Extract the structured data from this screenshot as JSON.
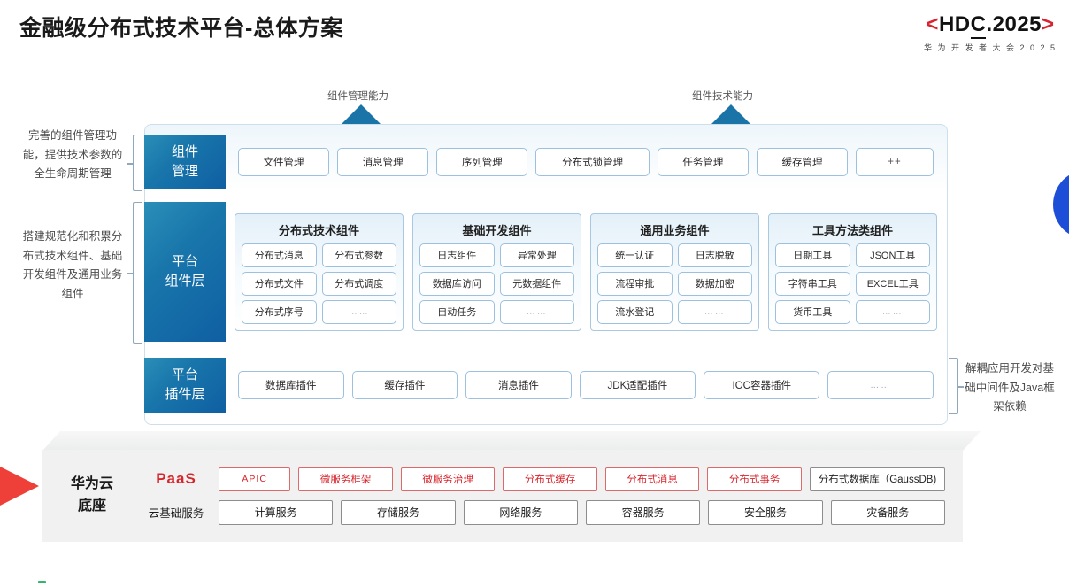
{
  "header": {
    "title": "金融级分布式技术平台-总体方案",
    "logo_main_prefix": "<",
    "logo_main_h": "H",
    "logo_main_d": "D",
    "logo_main_c": "C",
    "logo_main_rest": ".2025",
    "logo_main_suffix": ">",
    "logo_sub": "华 为 开 发 者 大 会 2 0 2 5"
  },
  "arrows": {
    "left_label": "组件管理能力",
    "right_label": "组件技术能力"
  },
  "notes": {
    "left_top": "完善的组件管理功能，提供技术参数的全生命周期管理",
    "left_mid": "搭建规范化和积累分布式技术组件、基础开发组件及通用业务组件",
    "right_bottom": "解耦应用开发对基础中间件及Java框架依赖"
  },
  "layers": {
    "component_management": {
      "label_line1": "组件",
      "label_line2": "管理",
      "chips": [
        "文件管理",
        "消息管理",
        "序列管理",
        "分布式锁管理",
        "任务管理",
        "缓存管理",
        "++"
      ]
    },
    "platform_component": {
      "label_line1": "平台",
      "label_line2": "组件层",
      "groups": [
        {
          "title": "分布式技术组件",
          "cells": [
            "分布式消息",
            "分布式参数",
            "分布式文件",
            "分布式调度",
            "分布式序号",
            "……"
          ]
        },
        {
          "title": "基础开发组件",
          "cells": [
            "日志组件",
            "异常处理",
            "数据库访问",
            "元数据组件",
            "自动任务",
            "……"
          ]
        },
        {
          "title": "通用业务组件",
          "cells": [
            "统一认证",
            "日志脱敏",
            "流程审批",
            "数据加密",
            "流水登记",
            "……"
          ]
        },
        {
          "title": "工具方法类组件",
          "cells": [
            "日期工具",
            "JSON工具",
            "字符串工具",
            "EXCEL工具",
            "货币工具",
            "……"
          ]
        }
      ]
    },
    "platform_plugin": {
      "label_line1": "平台",
      "label_line2": "插件层",
      "chips": [
        "数据库插件",
        "缓存插件",
        "消息插件",
        "JDK适配插件",
        "IOC容器插件",
        "……"
      ]
    }
  },
  "base": {
    "title_line1": "华为云",
    "title_line2": "底座",
    "paas_tag": "PaaS",
    "basic_tag": "云基础服务",
    "paas_items": [
      "APIC",
      "微服务框架",
      "微服务治理",
      "分布式缓存",
      "分布式消息",
      "分布式事务",
      "分布式数据库（GaussDB)"
    ],
    "basic_items": [
      "计算服务",
      "存储服务",
      "网络服务",
      "容器服务",
      "安全服务",
      "灾备服务"
    ]
  },
  "colors": {
    "brand_red": "#d6252c",
    "brand_blue": "#1976ab",
    "accent_blue": "#1d4ed8",
    "pie_red": "#ee4038"
  }
}
